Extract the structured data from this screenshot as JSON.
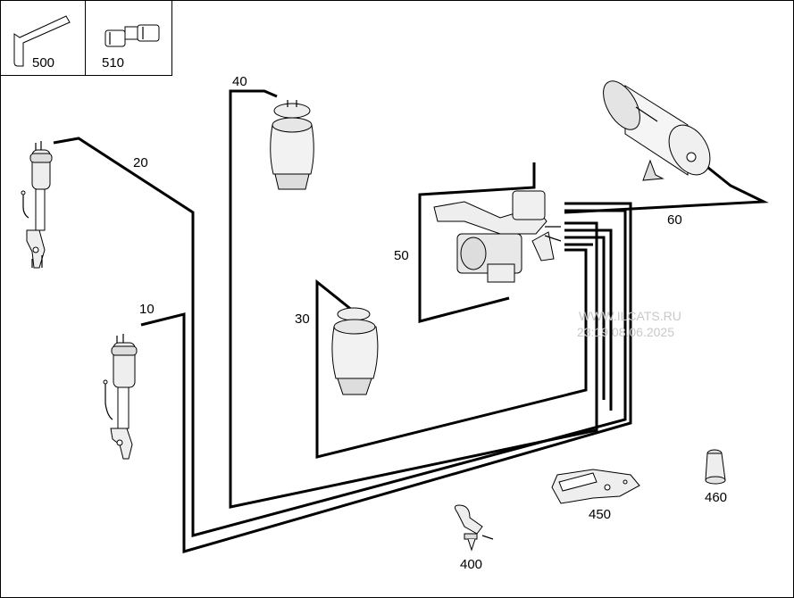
{
  "labels": {
    "p500": "500",
    "p510": "510",
    "p40": "40",
    "p20": "20",
    "p60": "60",
    "p50": "50",
    "p10": "10",
    "p30": "30",
    "p450": "450",
    "p460": "460",
    "p400": "400"
  },
  "watermark": {
    "site": "WWW.ILCATS.RU",
    "timestamp": "23:19 08.06.2025"
  }
}
